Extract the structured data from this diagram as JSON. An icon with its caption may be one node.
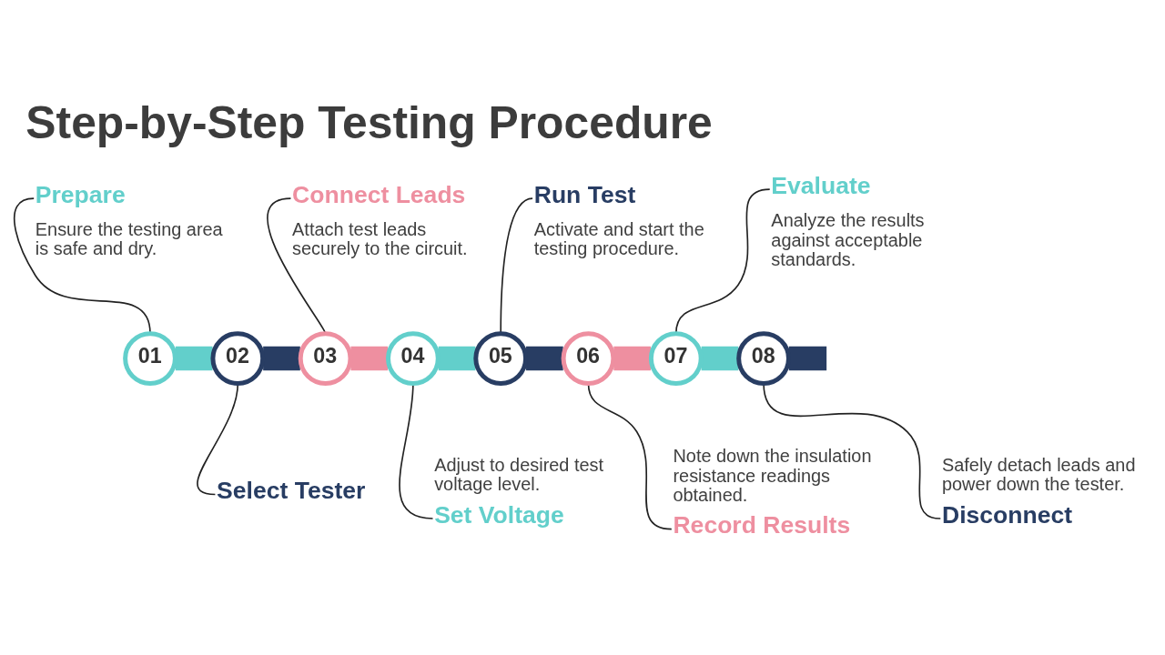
{
  "diagram": {
    "title": "Step-by-Step Testing Procedure",
    "nodes": [
      {
        "text": [
          "Prepare",
          "Ensure the testing area is safe and dry."
        ]
      },
      {
        "text": [
          "Connect Leads",
          "Attach test leads securely to the circuit."
        ]
      },
      {
        "text": [
          "Run Test",
          "Activate and start the testing procedure."
        ]
      },
      {
        "text": [
          "Evaluate",
          "Analyze the results against acceptable standards."
        ]
      },
      {
        "text": [
          "01"
        ]
      },
      {
        "text": [
          "02"
        ]
      },
      {
        "text": [
          "03"
        ]
      },
      {
        "text": [
          "04"
        ]
      },
      {
        "text": [
          "05"
        ]
      },
      {
        "text": [
          "06"
        ]
      },
      {
        "text": [
          "07"
        ]
      },
      {
        "text": [
          "08"
        ]
      },
      {
        "text": [
          "Select Tester"
        ]
      },
      {
        "text": [
          "Adjust to desired test voltage level.",
          "Set Voltage"
        ]
      },
      {
        "text": [
          "Note down the insulation resistance readings obtained.",
          "Record Results"
        ]
      },
      {
        "text": [
          "Safely detach leads and power down the tester.",
          "Disconnect"
        ]
      }
    ],
    "edges": [
      {
        "from": 0,
        "to": 4,
        "arrow": "none"
      },
      {
        "from": 1,
        "to": 6,
        "arrow": "none"
      },
      {
        "from": 2,
        "to": 8,
        "arrow": "none"
      },
      {
        "from": 3,
        "to": 10,
        "arrow": "none"
      },
      {
        "from": 4,
        "to": 5,
        "arrow": "none",
        "style": "thick",
        "color": "#62cfcb"
      },
      {
        "from": 5,
        "to": 6,
        "arrow": "none",
        "style": "thick",
        "color": "#283d63"
      },
      {
        "from": 6,
        "to": 7,
        "arrow": "none",
        "style": "thick",
        "color": "#ee8fa0"
      },
      {
        "from": 7,
        "to": 8,
        "arrow": "none",
        "style": "thick",
        "color": "#62cfcb"
      },
      {
        "from": 8,
        "to": 9,
        "arrow": "none",
        "style": "thick",
        "color": "#283d63"
      },
      {
        "from": 9,
        "to": 10,
        "arrow": "none",
        "style": "thick",
        "color": "#ee8fa0"
      },
      {
        "from": 10,
        "to": 11,
        "arrow": "none",
        "style": "thick",
        "color": "#62cfcb"
      },
      {
        "from": 11,
        "to": null,
        "arrow": "none",
        "style": "thick",
        "color": "#283d63"
      },
      {
        "from": 12,
        "to": 5,
        "arrow": "none"
      },
      {
        "from": 13,
        "to": 7,
        "arrow": "none"
      },
      {
        "from": 14,
        "to": 9,
        "arrow": "none"
      },
      {
        "from": 15,
        "to": 11,
        "arrow": "none"
      }
    ]
  }
}
